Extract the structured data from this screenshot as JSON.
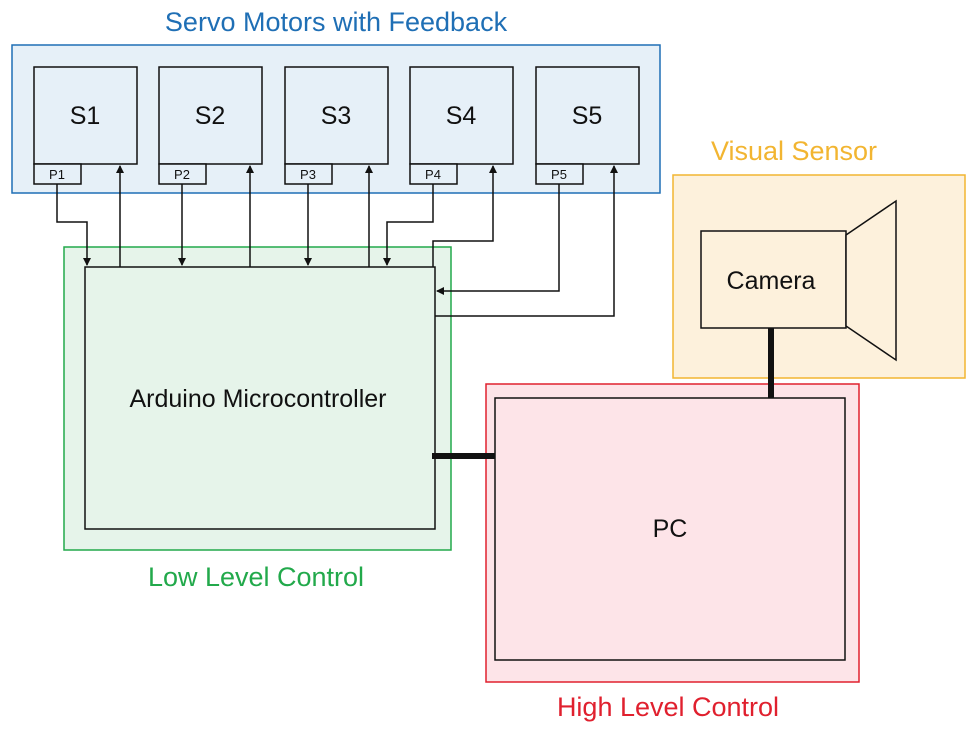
{
  "groups": {
    "servo": {
      "title": "Servo Motors with Feedback",
      "color": "#1f6fb5",
      "fill": "#e6f0f8"
    },
    "low": {
      "title": "Low Level Control",
      "color": "#22a94b",
      "fill": "#e6f4ea"
    },
    "vision": {
      "title": "Visual Sensor",
      "color": "#f2b531",
      "fill": "#fdf1dc"
    },
    "high": {
      "title": "High Level Control",
      "color": "#e0202e",
      "fill": "#fde4e8"
    }
  },
  "servos": [
    {
      "label": "S1",
      "port": "P1"
    },
    {
      "label": "S2",
      "port": "P2"
    },
    {
      "label": "S3",
      "port": "P3"
    },
    {
      "label": "S4",
      "port": "P4"
    },
    {
      "label": "S5",
      "port": "P5"
    }
  ],
  "arduino": {
    "label": "Arduino Microcontroller"
  },
  "camera": {
    "label": "Camera"
  },
  "pc": {
    "label": "PC"
  }
}
